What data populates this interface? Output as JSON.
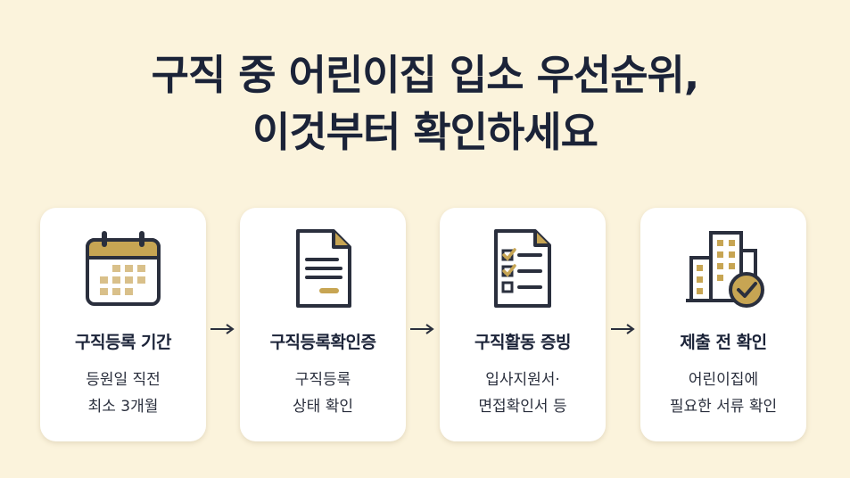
{
  "title": {
    "line1": "구직 중 어린이집 입소 우선순위,",
    "line2": "이것부터 확인하세요"
  },
  "steps": [
    {
      "icon": "calendar-icon",
      "heading": "구직등록 기간",
      "desc1": "등원일 직전",
      "desc2": "최소 3개월"
    },
    {
      "icon": "document-icon",
      "heading": "구직등록확인증",
      "desc1": "구직등록",
      "desc2": "상태 확인"
    },
    {
      "icon": "checklist-icon",
      "heading": "구직활동 증빙",
      "desc1": "입사지원서·",
      "desc2": "면접확인서 등"
    },
    {
      "icon": "building-check-icon",
      "heading": "제출 전 확인",
      "desc1": "어린이집에",
      "desc2": "필요한 서류 확인"
    }
  ],
  "colors": {
    "background": "#fbf3dc",
    "accent": "#c7a553",
    "text": "#1b2338"
  }
}
